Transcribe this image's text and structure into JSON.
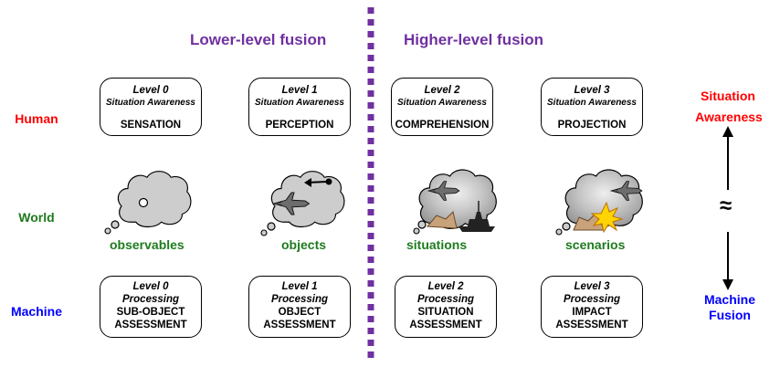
{
  "headings": {
    "lower": "Lower-level fusion",
    "higher": "Higher-level fusion"
  },
  "row_labels": {
    "human": "Human",
    "world": "World",
    "machine": "Machine"
  },
  "situation_awareness_boxes": [
    {
      "level": "Level 0",
      "subtitle": "Situation Awareness",
      "name": "SENSATION"
    },
    {
      "level": "Level 1",
      "subtitle": "Situation Awareness",
      "name": "PERCEPTION"
    },
    {
      "level": "Level 2",
      "subtitle": "Situation Awareness",
      "name": "COMPREHENSION"
    },
    {
      "level": "Level 3",
      "subtitle": "Situation Awareness",
      "name": "PROJECTION"
    }
  ],
  "world_clouds": [
    {
      "label": "observables"
    },
    {
      "label": "objects"
    },
    {
      "label": "situations"
    },
    {
      "label": "scenarios"
    }
  ],
  "processing_boxes": [
    {
      "level": "Level 0",
      "subtitle": "Processing",
      "line1": "SUB-OBJECT",
      "line2": "ASSESSMENT"
    },
    {
      "level": "Level 1",
      "subtitle": "Processing",
      "line1": "OBJECT",
      "line2": "ASSESSMENT"
    },
    {
      "level": "Level 2",
      "subtitle": "Processing",
      "line1": "SITUATION",
      "line2": "ASSESSMENT"
    },
    {
      "level": "Level 3",
      "subtitle": "Processing",
      "line1": "IMPACT",
      "line2": "ASSESSMENT"
    }
  ],
  "right_column": {
    "top_line1": "Situation",
    "top_line2": "Awareness",
    "approx_symbol": "≈",
    "bottom_line1": "Machine",
    "bottom_line2": "Fusion"
  },
  "colors": {
    "heading": "#7030a0",
    "human": "#ff0000",
    "world": "#1e7b1e",
    "machine": "#0000ff",
    "divider": "#7030a0",
    "cloud_fill": "#cccccc",
    "cloud_fill_dark": "#a8a8a8",
    "ground": "#c8a27a"
  },
  "icons": [
    "cloud-icon",
    "jet-icon",
    "ship-icon",
    "explosion-icon",
    "terrain-icon",
    "dot-icon",
    "arrow-icon"
  ]
}
